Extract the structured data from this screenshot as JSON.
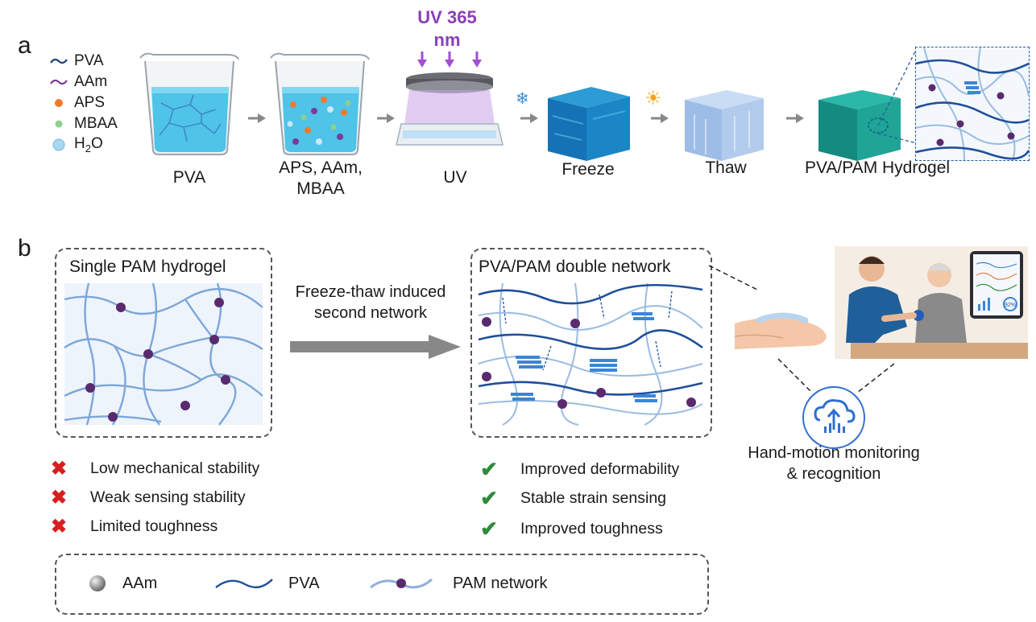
{
  "panel_a": {
    "letter": "a",
    "legend": [
      {
        "label": "PVA",
        "icon": "pva-wave-icon",
        "color": "#1f3f7a"
      },
      {
        "label": "AAm",
        "icon": "aam-wave-icon",
        "color": "#7a3a9a"
      },
      {
        "label": "APS",
        "icon": "aps-dot-icon",
        "color": "#f07a2a"
      },
      {
        "label": "MBAA",
        "icon": "mbaa-dot-icon",
        "color": "#8fd08a"
      },
      {
        "label": "H",
        "label_sub": "2",
        "label_tail": "O",
        "icon": "water-dot-icon",
        "color": "#8cc8e8"
      }
    ],
    "uv_label_line1": "UV 365",
    "uv_label_line2": "nm",
    "steps": {
      "pva": "PVA",
      "aps_line1": "APS, AAm,",
      "aps_line2": "MBAA",
      "uv": "UV",
      "freeze": "Freeze",
      "thaw": "Thaw",
      "hydrogel": "PVA/PAM Hydrogel"
    }
  },
  "panel_b": {
    "letter": "b",
    "single_title": "Single PAM hydrogel",
    "double_title": "PVA/PAM double network",
    "arrow_line1": "Freeze-thaw induced",
    "arrow_line2": "second network",
    "cons": [
      "Low mechanical stability",
      "Weak sensing stability",
      "Limited toughness"
    ],
    "pros": [
      "Improved deformability",
      "Stable strain sensing",
      "Improved toughness"
    ],
    "monitor_line1": "Hand-motion monitoring",
    "monitor_line2": "& recognition",
    "tablet_badge": "92%",
    "legend": [
      {
        "label": "AAm",
        "icon": "aam-sphere-icon"
      },
      {
        "label": "PVA",
        "icon": "pva-line-icon"
      },
      {
        "label": "PAM network",
        "icon": "pam-network-icon"
      }
    ],
    "colors": {
      "cross": "#d81e1e",
      "check": "#2e8b3a",
      "pva": "#1f4f9a",
      "pam": "#8fb0dc",
      "node": "#5a2a6e"
    }
  }
}
